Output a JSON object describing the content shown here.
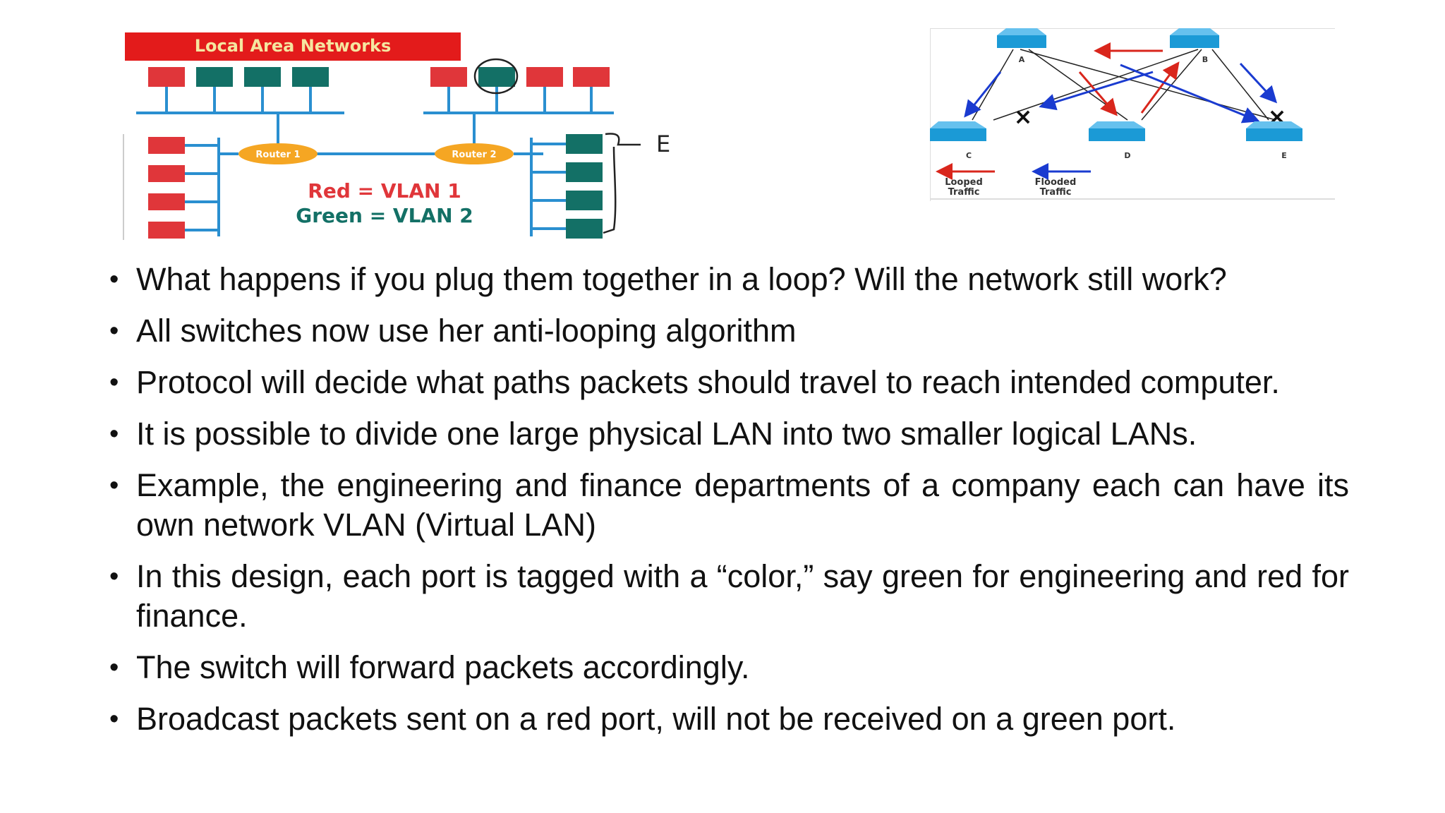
{
  "vlan_figure": {
    "banner": "Local Area Networks",
    "router1": "Router 1",
    "router2": "Router 2",
    "legend_red": "Red = VLAN 1",
    "legend_green": "Green = VLAN 2",
    "annotation": "E",
    "colors": {
      "red": "#e0363a",
      "green": "#137066",
      "blue": "#2a8fd0",
      "router": "#f5a623",
      "banner": "#e31b1b"
    }
  },
  "loop_figure": {
    "switches": [
      "A",
      "B",
      "C",
      "D",
      "E"
    ],
    "legend_looped": [
      "Looped",
      "Traffic"
    ],
    "legend_flooded": [
      "Flooded",
      "Traffic"
    ],
    "colors": {
      "looped": "#d9261c",
      "flooded": "#1a3bd0",
      "switch": "#1b9ad6"
    }
  },
  "bullets": [
    "What happens if you plug them together in a loop? Will the network still work?",
    "All switches now use her anti-looping algorithm",
    "Protocol will decide what paths packets should travel to reach intended computer.",
    "It is possible to divide one large physical LAN into two smaller logical LANs.",
    "Example, the engineering and finance departments of a company each can have its own network VLAN (Virtual LAN)",
    "In this design, each port is tagged with a “color,” say green for engineering and red for finance.",
    "The switch will forward packets accordingly.",
    "Broadcast packets sent on a red port, will not be received on a green port."
  ]
}
